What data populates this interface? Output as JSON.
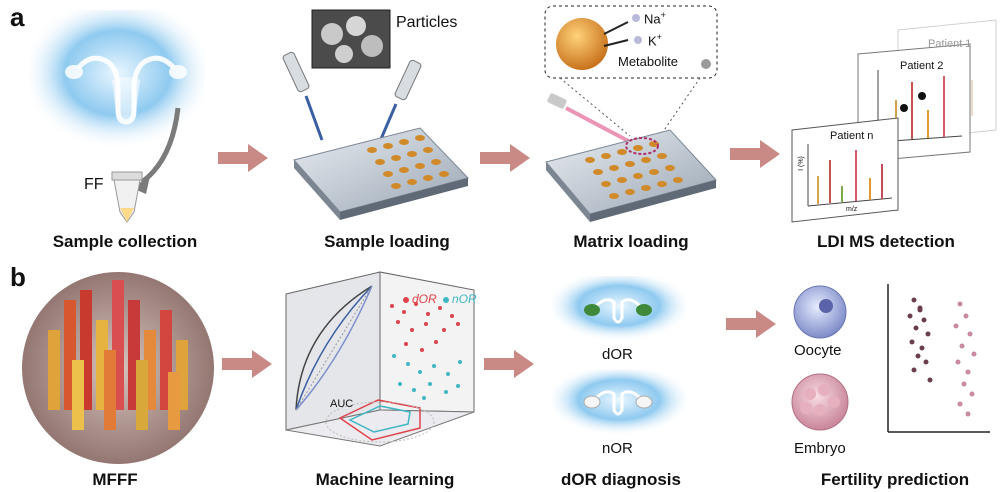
{
  "panel_a": {
    "letter": "a",
    "steps": [
      {
        "label": "Sample collection"
      },
      {
        "label": "Sample loading"
      },
      {
        "label": "Matrix loading"
      },
      {
        "label": "LDI MS detection"
      }
    ],
    "ff_label": "FF",
    "particles_label": "Particles",
    "ions": {
      "na": "Na",
      "na_sup": "+",
      "k": "K",
      "k_sup": "+",
      "metabolite": "Metabolite"
    },
    "spectra": {
      "patient1": "Patient 1",
      "patient2": "Patient 2",
      "patientn": "Patient n",
      "y_axis": "I (%)",
      "x_axis": "m/z"
    }
  },
  "panel_b": {
    "letter": "b",
    "steps": [
      {
        "label": "MFFF"
      },
      {
        "label": "Machine learning"
      },
      {
        "label": "dOR diagnosis"
      },
      {
        "label": "Fertility prediction"
      }
    ],
    "legend": {
      "dor": "dOR",
      "nor": "nOR"
    },
    "auc_label": "AUC",
    "diagnosis": {
      "dor": "dOR",
      "nor": "nOR"
    },
    "cells": {
      "oocyte": "Oocyte",
      "embryo": "Embryo"
    }
  },
  "colors": {
    "arrow": "#c98a86",
    "dor_red": "#e0424a",
    "nor_teal": "#3fb6c4",
    "uterus_glow": "#6fb8e6",
    "well_gold": "#d18a2a",
    "plate": "#8e9aa8"
  }
}
